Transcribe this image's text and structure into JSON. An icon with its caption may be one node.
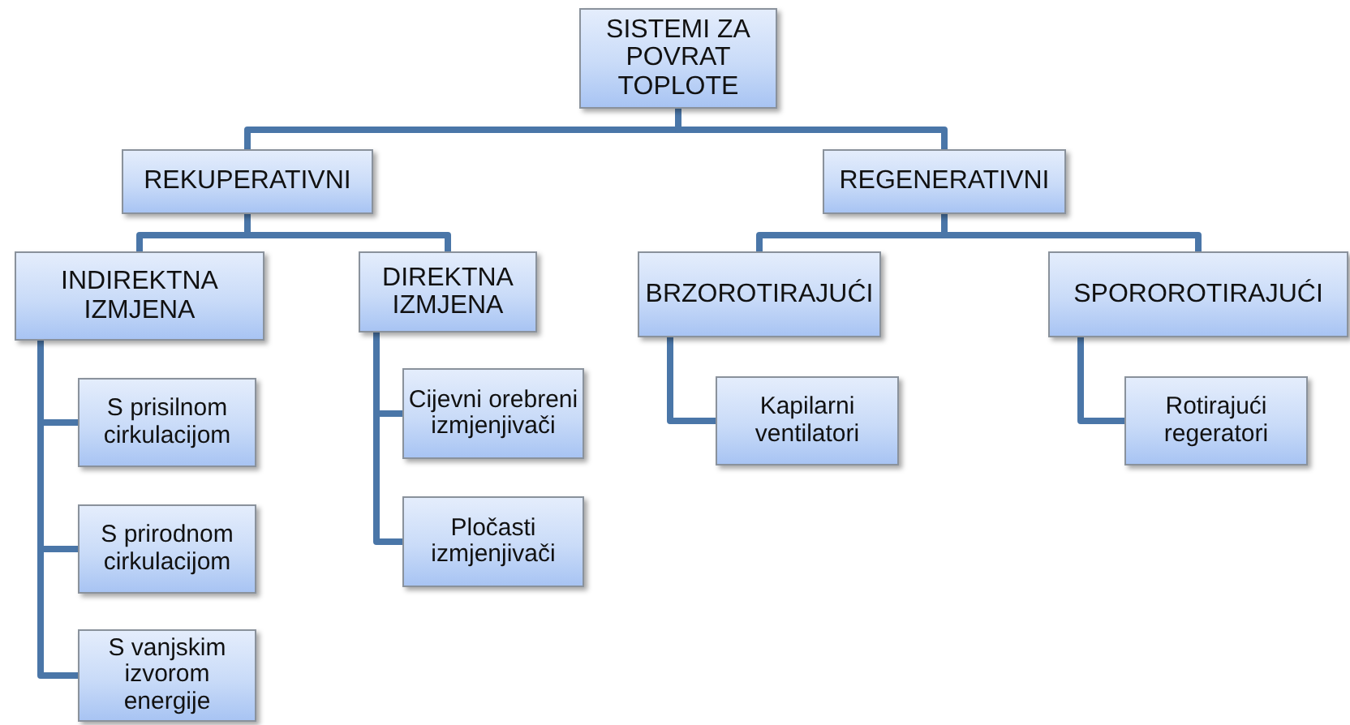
{
  "diagram": {
    "nodes": [
      {
        "text": [
          "SISTEMI ZA POVRAT TOPLOTE"
        ]
      },
      {
        "text": [
          "REKUPERATIVNI"
        ]
      },
      {
        "text": [
          "REGENERATIVNI"
        ]
      },
      {
        "text": [
          "INDIREKTNA IZMJENA"
        ]
      },
      {
        "text": [
          "DIREKTNA IZMJENA"
        ]
      },
      {
        "text": [
          "S prisilnom cirkulacijom"
        ]
      },
      {
        "text": [
          "S prirodnom cirkulacijom"
        ]
      },
      {
        "text": [
          "S vanjskim izvorom energije"
        ]
      },
      {
        "text": [
          "Cijevni orebreni izmjenjivači"
        ]
      },
      {
        "text": [
          "Pločasti izmjenjivači"
        ]
      },
      {
        "text": [
          "BRZOROTIRAJUĆI"
        ]
      },
      {
        "text": [
          "SPOROROTIRAJUĆI"
        ]
      },
      {
        "text": [
          "Kapilarni ventilatori"
        ]
      },
      {
        "text": [
          "Rotirajući regeratori"
        ]
      }
    ],
    "edges": [
      {
        "from": 0,
        "to": 1,
        "arrow": "none"
      },
      {
        "from": 0,
        "to": 2,
        "arrow": "none"
      },
      {
        "from": 1,
        "to": 3,
        "arrow": "none"
      },
      {
        "from": 1,
        "to": 4,
        "arrow": "none"
      },
      {
        "from": 3,
        "to": 5,
        "arrow": "none"
      },
      {
        "from": 3,
        "to": 6,
        "arrow": "none"
      },
      {
        "from": 3,
        "to": 7,
        "arrow": "none"
      },
      {
        "from": 4,
        "to": 8,
        "arrow": "none"
      },
      {
        "from": 4,
        "to": 9,
        "arrow": "none"
      },
      {
        "from": 2,
        "to": 10,
        "arrow": "none"
      },
      {
        "from": 2,
        "to": 11,
        "arrow": "none"
      },
      {
        "from": 10,
        "to": 12,
        "arrow": "none"
      },
      {
        "from": 11,
        "to": 13,
        "arrow": "none"
      }
    ]
  }
}
